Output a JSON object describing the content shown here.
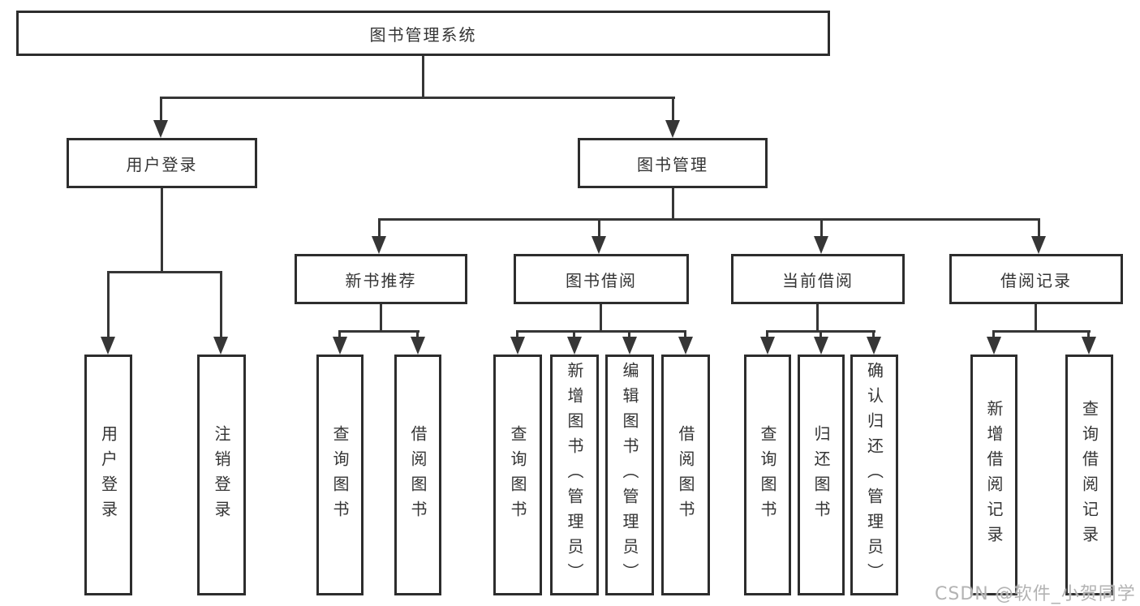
{
  "diagram": {
    "root_label": "图书管理系统",
    "level2": {
      "user_login": "用户登录",
      "book_management": "图书管理"
    },
    "level3": {
      "new_book": "新书推荐",
      "book_borrow": "图书借阅",
      "current_borrow": "当前借阅",
      "borrow_record": "借阅记录"
    },
    "leaves": {
      "user_login": [
        "用户登录",
        "注销登录"
      ],
      "new_book": [
        "查询图书",
        "借阅图书"
      ],
      "book_borrow": [
        "查询图书",
        "新增图书（管理员）",
        "编辑图书（管理员）",
        "借阅图书"
      ],
      "current_borrow": [
        "查询图书",
        "归还图书",
        "确认归还（管理员）"
      ],
      "borrow_record": [
        "新增借阅记录",
        "查询借阅记录"
      ]
    }
  },
  "watermark": "CSDN @软件_小贺同学"
}
